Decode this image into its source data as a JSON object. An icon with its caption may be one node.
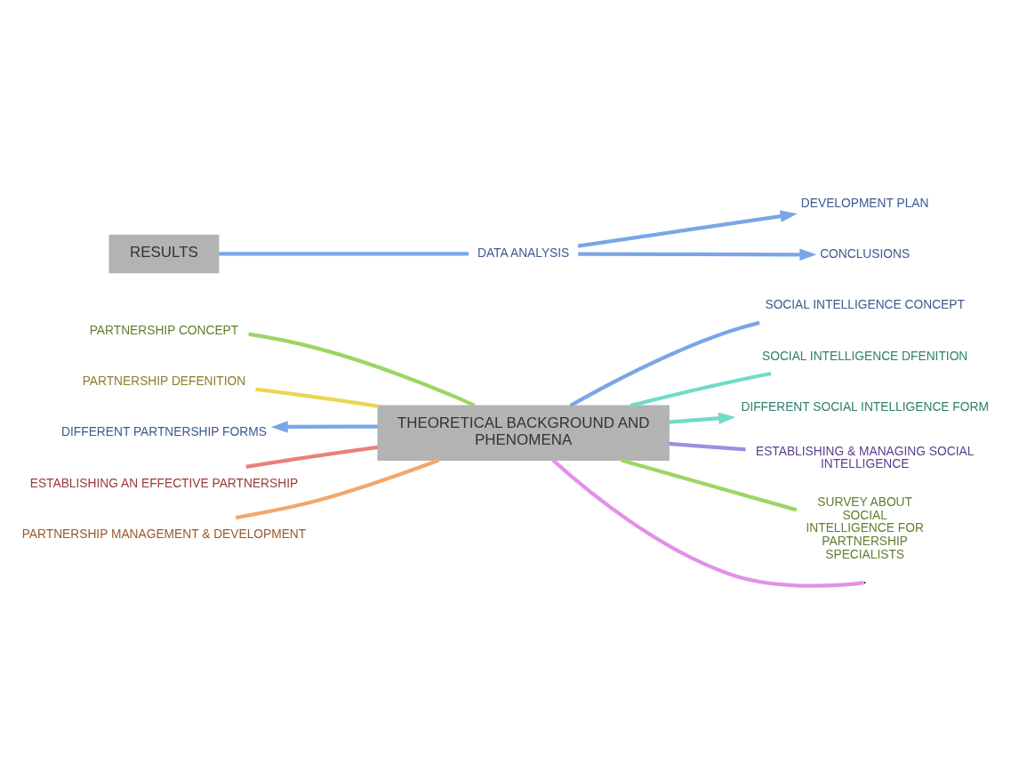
{
  "diagram": {
    "nodes": [
      {
        "text": [
          "THEORETICAL BACKGROUND AND PHENOMENA"
        ]
      },
      {
        "text": [
          "PARTNERSHIP CONCEPT"
        ]
      },
      {
        "text": [
          "PARTNERSHIP DEFENITION"
        ]
      },
      {
        "text": [
          "DIFFERENT PARTNERSHIP FORMS"
        ]
      },
      {
        "text": [
          "ESTABLISHING AN EFFECTIVE PARTNERSHIP"
        ]
      },
      {
        "text": [
          "PARTNERSHIP MANAGEMENT & DEVELOPMENT"
        ]
      },
      {
        "text": [
          "SOCIAL INTELLIGENCE CONCEPT"
        ]
      },
      {
        "text": [
          "SOCIAL INTELLIGENCE DFENITION"
        ]
      },
      {
        "text": [
          "DIFFERENT SOCIAL INTELLIGENCE FORM"
        ]
      },
      {
        "text": [
          "ESTABLISHING & MANAGING SOCIAL INTELLIGENCE"
        ]
      },
      {
        "text": [
          "SURVEY ABOUT SOCIAL INTELLIGENCE FOR PARTNERSHIP SPECIALISTS"
        ]
      },
      {
        "text": [
          "RESULTS"
        ]
      },
      {
        "text": [
          "DATA ANALYSIS"
        ]
      },
      {
        "text": [
          "DEVELOPMENT PLAN"
        ]
      },
      {
        "text": [
          "CONCLUSIONS"
        ]
      }
    ],
    "edges": [
      {
        "from": 0,
        "to": 1,
        "arrow": "none",
        "color": "#9ed466"
      },
      {
        "from": 0,
        "to": 2,
        "arrow": "none",
        "color": "#ecd651"
      },
      {
        "from": 0,
        "to": 3,
        "arrow": "to",
        "color": "#7aa6e6"
      },
      {
        "from": 0,
        "to": 4,
        "arrow": "none",
        "color": "#e8807a"
      },
      {
        "from": 0,
        "to": 5,
        "arrow": "none",
        "color": "#f0a86a"
      },
      {
        "from": 0,
        "to": 6,
        "arrow": "none",
        "color": "#7aa6e6"
      },
      {
        "from": 0,
        "to": 7,
        "arrow": "none",
        "color": "#6fdcc4"
      },
      {
        "from": 0,
        "to": 8,
        "arrow": "to",
        "color": "#6fdcc4"
      },
      {
        "from": 0,
        "to": 9,
        "arrow": "none",
        "color": "#9b8fe0"
      },
      {
        "from": 0,
        "to": null,
        "arrow": "none",
        "color": "#e391e8"
      },
      {
        "from": 0,
        "to": 10,
        "arrow": "none",
        "color": "#9ed466"
      },
      {
        "from": 11,
        "to": 12,
        "arrow": "none",
        "color": "#7aa6e6"
      },
      {
        "from": 12,
        "to": 13,
        "arrow": "to",
        "color": "#7aa6e6"
      },
      {
        "from": 12,
        "to": 14,
        "arrow": "to",
        "color": "#7aa6e6"
      }
    ]
  }
}
